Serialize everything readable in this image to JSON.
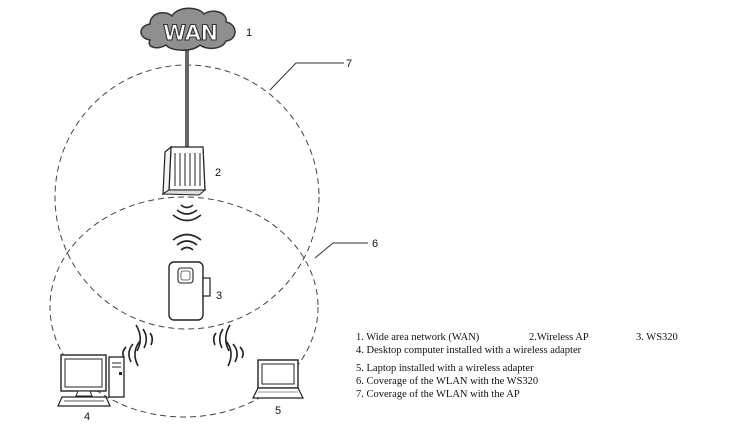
{
  "wan": {
    "label": "WAN"
  },
  "callouts": {
    "wan": "1",
    "ap": "2",
    "ws320": "3",
    "desktop": "4",
    "laptop": "5",
    "ws320_coverage": "6",
    "ap_coverage": "7"
  },
  "legend": {
    "item1": "1. Wide area network (WAN)",
    "item2": "2.Wireless AP",
    "item3": "3. WS320",
    "item4": "4. Desktop computer installed with a wireless adapter",
    "item5": "5. Laptop installed with a wireless adapter",
    "item6": "6. Coverage of the WLAN with the WS320",
    "item7": "7. Coverage of the WLAN with the AP"
  }
}
